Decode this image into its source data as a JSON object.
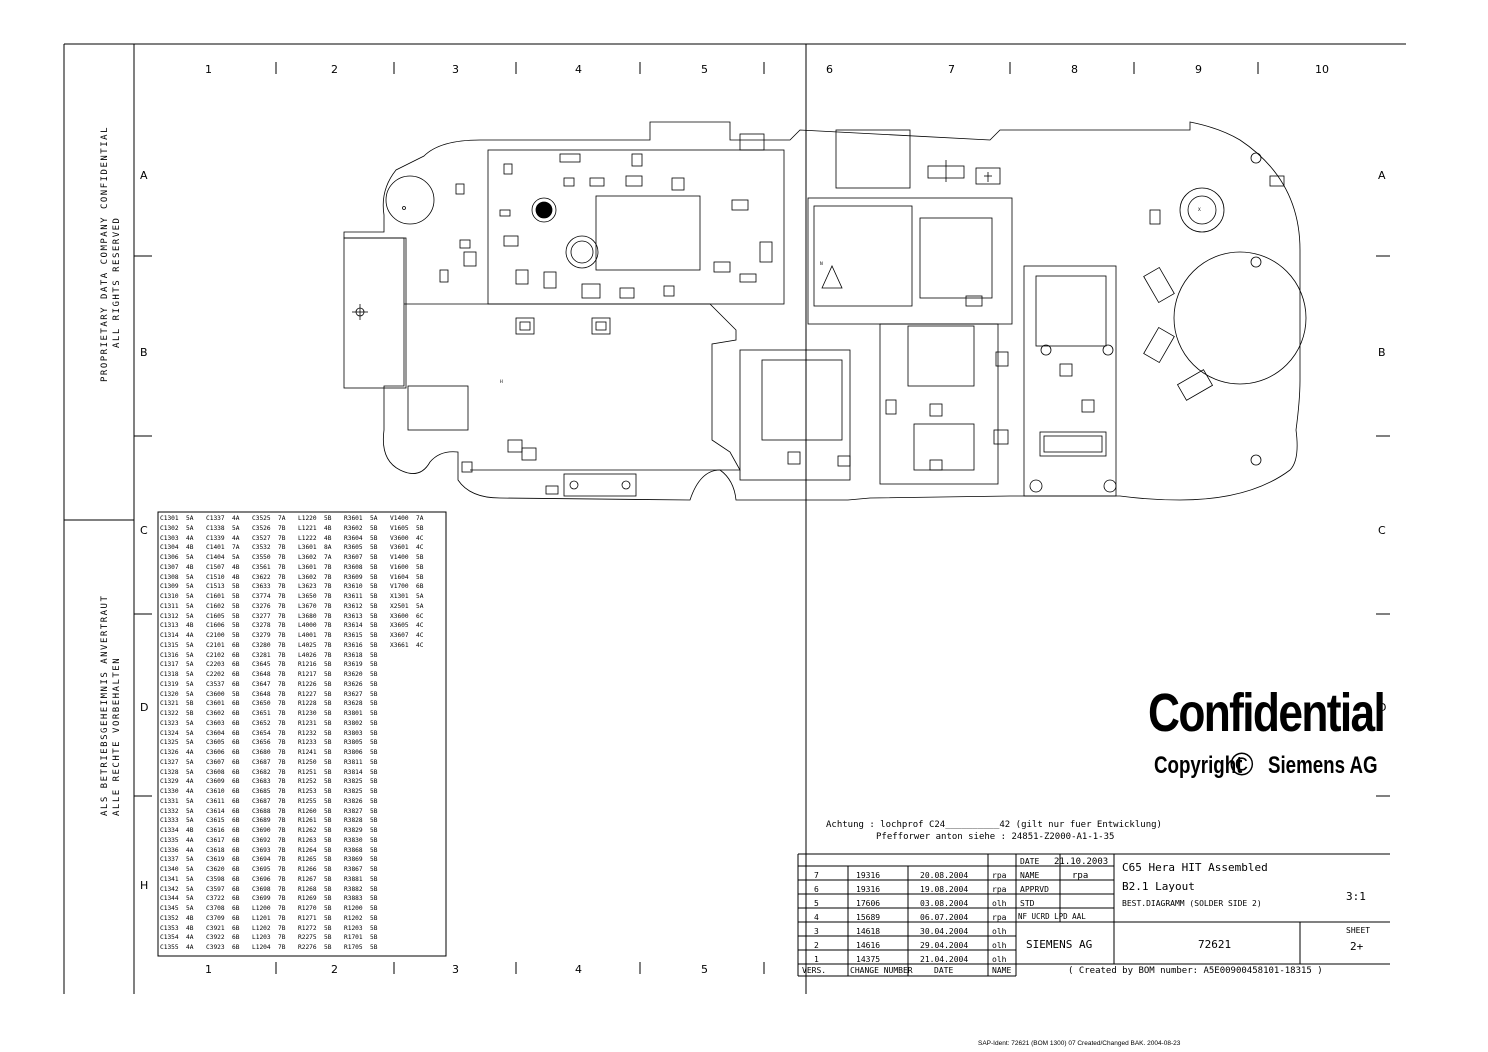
{
  "columns_top": [
    "1",
    "2",
    "3",
    "4",
    "5",
    "6",
    "7",
    "8",
    "9",
    "10"
  ],
  "columns_bottom": [
    "1",
    "2",
    "3",
    "4",
    "5"
  ],
  "rows_left": [
    "A",
    "B",
    "C",
    "D",
    "H"
  ],
  "rows_right": [
    "A",
    "B",
    "C",
    "D"
  ],
  "side_text": {
    "line1": "PROPRIETARY DATA COMPANY CONFIDENTIAL",
    "line2": "ALL RIGHTS RESERVED",
    "line3": "ALS BETRIEBSGEHEIMNIS ANVERTRAUT",
    "line4": "ALLE RECHTE VORBEHALTEN"
  },
  "confidential": {
    "title": "Confidential",
    "copyright": "Copyright",
    "symbol": "©",
    "company": "Siemens AG"
  },
  "note": {
    "line1": "Achtung : lochprof  C24__________42 (gilt nur fuer Entwicklung)",
    "line2": "Pfefforwer anton siehe : 24851-Z2000-A1-1-35"
  },
  "title_block": {
    "date_label": "DATE",
    "date_value": "21.10.2003",
    "name_label": "NAME",
    "name_value": "rpa",
    "apprvd_label": "APPRVD",
    "std_label": "STD",
    "nf_label": "NF UCRD LPD AAL",
    "title1": "C65 Hera HIT Assembled",
    "title2": "B2.1 Layout",
    "title3": "BEST.DIAGRAMM (SOLDER SIDE 2)",
    "scale": "3:1",
    "company": "SIEMENS AG",
    "doc_number": "72621",
    "sheet_label": "SHEET",
    "sheet_value": "2+",
    "footer_vers": "VERS.",
    "footer_change": "CHANGE NUMBER",
    "footer_date": "DATE",
    "footer_name": "NAME",
    "created_by": "( Created by BOM number: A5E00900458101-18315 )",
    "revisions": [
      {
        "vers": "7",
        "change": "19316",
        "date": "20.08.2004",
        "name": "rpa"
      },
      {
        "vers": "6",
        "change": "19316",
        "date": "19.08.2004",
        "name": "rpa"
      },
      {
        "vers": "5",
        "change": "17606",
        "date": "03.08.2004",
        "name": "olh"
      },
      {
        "vers": "4",
        "change": "15689",
        "date": "06.07.2004",
        "name": "rpa"
      },
      {
        "vers": "3",
        "change": "14618",
        "date": "30.04.2004",
        "name": "olh"
      },
      {
        "vers": "2",
        "change": "14616",
        "date": "29.04.2004",
        "name": "olh"
      },
      {
        "vers": "1",
        "change": "14375",
        "date": "21.04.2004",
        "name": "olh"
      }
    ]
  },
  "footer": "SAP-Ident: 72621 (BOM 1300) 07  Created/Changed BAK. 2004-08-23",
  "bom": [
    [
      "C1301",
      "5A",
      "C1337",
      "4A",
      "C3525",
      "7A",
      "L1220",
      "5B",
      "R3601",
      "5A",
      "V1400",
      "7A"
    ],
    [
      "C1302",
      "5A",
      "C1338",
      "5A",
      "C3526",
      "7B",
      "L1221",
      "4B",
      "R3602",
      "5B",
      "V1605",
      "5B"
    ],
    [
      "C1303",
      "4A",
      "C1339",
      "4A",
      "C3527",
      "7B",
      "L1222",
      "4B",
      "R3604",
      "5B",
      "V3600",
      "4C"
    ],
    [
      "C1304",
      "4B",
      "C1401",
      "7A",
      "C3532",
      "7B",
      "L3601",
      "8A",
      "R3605",
      "5B",
      "V3601",
      "4C"
    ],
    [
      "C1306",
      "5A",
      "C1404",
      "5A",
      "C3550",
      "7B",
      "L3602",
      "7A",
      "R3607",
      "5B",
      "V1400",
      "5B"
    ],
    [
      "C1307",
      "4B",
      "C1507",
      "4B",
      "C3561",
      "7B",
      "L3601",
      "7B",
      "R3608",
      "5B",
      "V1600",
      "5B"
    ],
    [
      "C1308",
      "5A",
      "C1510",
      "4B",
      "C3622",
      "7B",
      "L3602",
      "7B",
      "R3609",
      "5B",
      "V1604",
      "5B"
    ],
    [
      "C1309",
      "5A",
      "C1513",
      "5B",
      "C3633",
      "7B",
      "L3623",
      "7B",
      "R3610",
      "5B",
      "V1700",
      "6B"
    ],
    [
      "C1310",
      "5A",
      "C1601",
      "5B",
      "C3774",
      "7B",
      "L3650",
      "7B",
      "R3611",
      "5B",
      "X1301",
      "5A"
    ],
    [
      "C1311",
      "5A",
      "C1602",
      "5B",
      "C3276",
      "7B",
      "L3670",
      "7B",
      "R3612",
      "5B",
      "X2501",
      "5A"
    ],
    [
      "C1312",
      "5A",
      "C1605",
      "5B",
      "C3277",
      "7B",
      "L3680",
      "7B",
      "R3613",
      "5B",
      "X3600",
      "6C"
    ],
    [
      "C1313",
      "4B",
      "C1606",
      "5B",
      "C3278",
      "7B",
      "L4000",
      "7B",
      "R3614",
      "5B",
      "X3605",
      "4C"
    ],
    [
      "C1314",
      "4A",
      "C2100",
      "5B",
      "C3279",
      "7B",
      "L4001",
      "7B",
      "R3615",
      "5B",
      "X3607",
      "4C"
    ],
    [
      "C1315",
      "5A",
      "C2101",
      "6B",
      "C3280",
      "7B",
      "L4025",
      "7B",
      "R3616",
      "5B",
      "X3661",
      "4C"
    ],
    [
      "C1316",
      "5A",
      "C2102",
      "6B",
      "C3281",
      "7B",
      "L4026",
      "7B",
      "R3618",
      "5B",
      "",
      ""
    ],
    [
      "C1317",
      "5A",
      "C2203",
      "6B",
      "C3645",
      "7B",
      "R1216",
      "5B",
      "R3619",
      "5B",
      "",
      ""
    ],
    [
      "C1318",
      "5A",
      "C2202",
      "6B",
      "C3648",
      "7B",
      "R1217",
      "5B",
      "R3620",
      "5B",
      "",
      ""
    ],
    [
      "C1319",
      "5A",
      "C3537",
      "6B",
      "C3647",
      "7B",
      "R1226",
      "5B",
      "R3626",
      "5B",
      "",
      ""
    ],
    [
      "C1320",
      "5A",
      "C3600",
      "5B",
      "C3648",
      "7B",
      "R1227",
      "5B",
      "R3627",
      "5B",
      "",
      ""
    ],
    [
      "C1321",
      "5B",
      "C3601",
      "6B",
      "C3650",
      "7B",
      "R1228",
      "5B",
      "R3628",
      "5B",
      "",
      ""
    ],
    [
      "C1322",
      "5B",
      "C3602",
      "6B",
      "C3651",
      "7B",
      "R1230",
      "5B",
      "R3801",
      "5B",
      "",
      ""
    ],
    [
      "C1323",
      "5A",
      "C3603",
      "6B",
      "C3652",
      "7B",
      "R1231",
      "5B",
      "R3802",
      "5B",
      "",
      ""
    ],
    [
      "C1324",
      "5A",
      "C3604",
      "6B",
      "C3654",
      "7B",
      "R1232",
      "5B",
      "R3803",
      "5B",
      "",
      ""
    ],
    [
      "C1325",
      "5A",
      "C3605",
      "6B",
      "C3656",
      "7B",
      "R1233",
      "5B",
      "R3805",
      "5B",
      "",
      ""
    ],
    [
      "C1326",
      "4A",
      "C3606",
      "6B",
      "C3680",
      "7B",
      "R1241",
      "5B",
      "R3806",
      "5B",
      "",
      ""
    ],
    [
      "C1327",
      "5A",
      "C3607",
      "6B",
      "C3687",
      "7B",
      "R1250",
      "5B",
      "R3811",
      "5B",
      "",
      ""
    ],
    [
      "C1328",
      "5A",
      "C3608",
      "6B",
      "C3682",
      "7B",
      "R1251",
      "5B",
      "R3814",
      "5B",
      "",
      ""
    ],
    [
      "C1329",
      "4A",
      "C3609",
      "6B",
      "C3683",
      "7B",
      "R1252",
      "5B",
      "R3825",
      "5B",
      "",
      ""
    ],
    [
      "C1330",
      "4A",
      "C3610",
      "6B",
      "C3685",
      "7B",
      "R1253",
      "5B",
      "R3825",
      "5B",
      "",
      ""
    ],
    [
      "C1331",
      "5A",
      "C3611",
      "6B",
      "C3687",
      "7B",
      "R1255",
      "5B",
      "R3826",
      "5B",
      "",
      ""
    ],
    [
      "C1332",
      "5A",
      "C3614",
      "6B",
      "C3688",
      "7B",
      "R1260",
      "5B",
      "R3827",
      "5B",
      "",
      ""
    ],
    [
      "C1333",
      "5A",
      "C3615",
      "6B",
      "C3689",
      "7B",
      "R1261",
      "5B",
      "R3828",
      "5B",
      "",
      ""
    ],
    [
      "C1334",
      "4B",
      "C3616",
      "6B",
      "C3690",
      "7B",
      "R1262",
      "5B",
      "R3829",
      "5B",
      "",
      ""
    ],
    [
      "C1335",
      "4A",
      "C3617",
      "6B",
      "C3692",
      "7B",
      "R1263",
      "5B",
      "R3830",
      "5B",
      "",
      ""
    ],
    [
      "C1336",
      "4A",
      "C3618",
      "6B",
      "C3693",
      "7B",
      "R1264",
      "5B",
      "R3868",
      "5B",
      "",
      ""
    ],
    [
      "C1337",
      "5A",
      "C3619",
      "6B",
      "C3694",
      "7B",
      "R1265",
      "5B",
      "R3869",
      "5B",
      "",
      ""
    ],
    [
      "C1340",
      "5A",
      "C3620",
      "6B",
      "C3695",
      "7B",
      "R1266",
      "5B",
      "R3867",
      "5B",
      "",
      ""
    ],
    [
      "C1341",
      "5A",
      "C3598",
      "6B",
      "C3696",
      "7B",
      "R1267",
      "5B",
      "R3881",
      "5B",
      "",
      ""
    ],
    [
      "C1342",
      "5A",
      "C3597",
      "6B",
      "C3698",
      "7B",
      "R1268",
      "5B",
      "R3882",
      "5B",
      "",
      ""
    ],
    [
      "C1344",
      "5A",
      "C3722",
      "6B",
      "C3699",
      "7B",
      "R1269",
      "5B",
      "R3883",
      "5B",
      "",
      ""
    ],
    [
      "C1345",
      "5A",
      "C3708",
      "6B",
      "L1200",
      "7B",
      "R1270",
      "5B",
      "R1200",
      "5B",
      "",
      ""
    ],
    [
      "C1352",
      "4B",
      "C3709",
      "6B",
      "L1201",
      "7B",
      "R1271",
      "5B",
      "R1202",
      "5B",
      "",
      ""
    ],
    [
      "C1353",
      "4B",
      "C3921",
      "6B",
      "L1202",
      "7B",
      "R1272",
      "5B",
      "R1203",
      "5B",
      "",
      ""
    ],
    [
      "C1354",
      "4A",
      "C3922",
      "6B",
      "L1203",
      "7B",
      "R2275",
      "5B",
      "R1701",
      "5B",
      "",
      ""
    ],
    [
      "C1355",
      "4A",
      "C3923",
      "6B",
      "L1204",
      "7B",
      "R2276",
      "5B",
      "R1705",
      "5B",
      "",
      ""
    ]
  ]
}
